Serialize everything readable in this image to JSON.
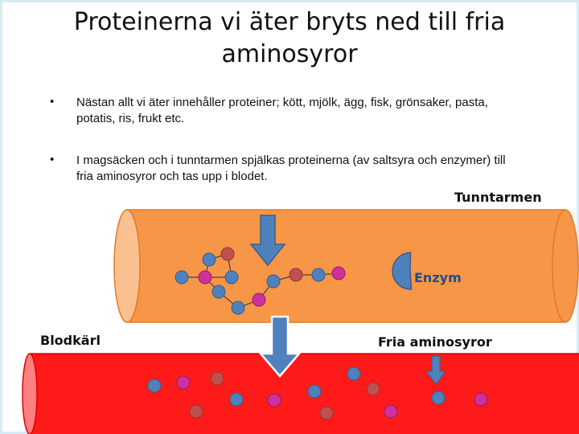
{
  "slide": {
    "title_line1": "Proteinerna vi äter bryts ned till fria",
    "title_line2": "aminosyror",
    "bullets": [
      {
        "marker": "•",
        "text_line1": "Nästan allt vi äter innehåller proteiner; kött, mjölk, ägg, fisk, grönsaker, pasta,",
        "text_line2": "potatis, ris, frukt etc."
      },
      {
        "marker": "•",
        "text_line1": "I magsäcken och i tunntarmen spjälkas proteinerna (av saltsyra och enzymer) till",
        "text_line2": "fria aminosyror och tas upp i blodet."
      }
    ]
  },
  "diagram": {
    "labels": {
      "intestine": "Tunntarmen",
      "enzyme": "Enzym",
      "blood_vessel": "Blodkärl",
      "free_amino_acids": "Fria aminosyror"
    },
    "colors": {
      "intestine_fill": "#f79646",
      "intestine_end": "#fac090",
      "vessel_fill": "#ff1a1a",
      "vessel_end": "#ff8080",
      "arrow_fill": "#4f81bd",
      "amino_blue": "#4f81bd",
      "amino_magenta": "#d0309b",
      "amino_brown": "#c0504d",
      "enzyme_fill": "#4f81bd"
    }
  }
}
